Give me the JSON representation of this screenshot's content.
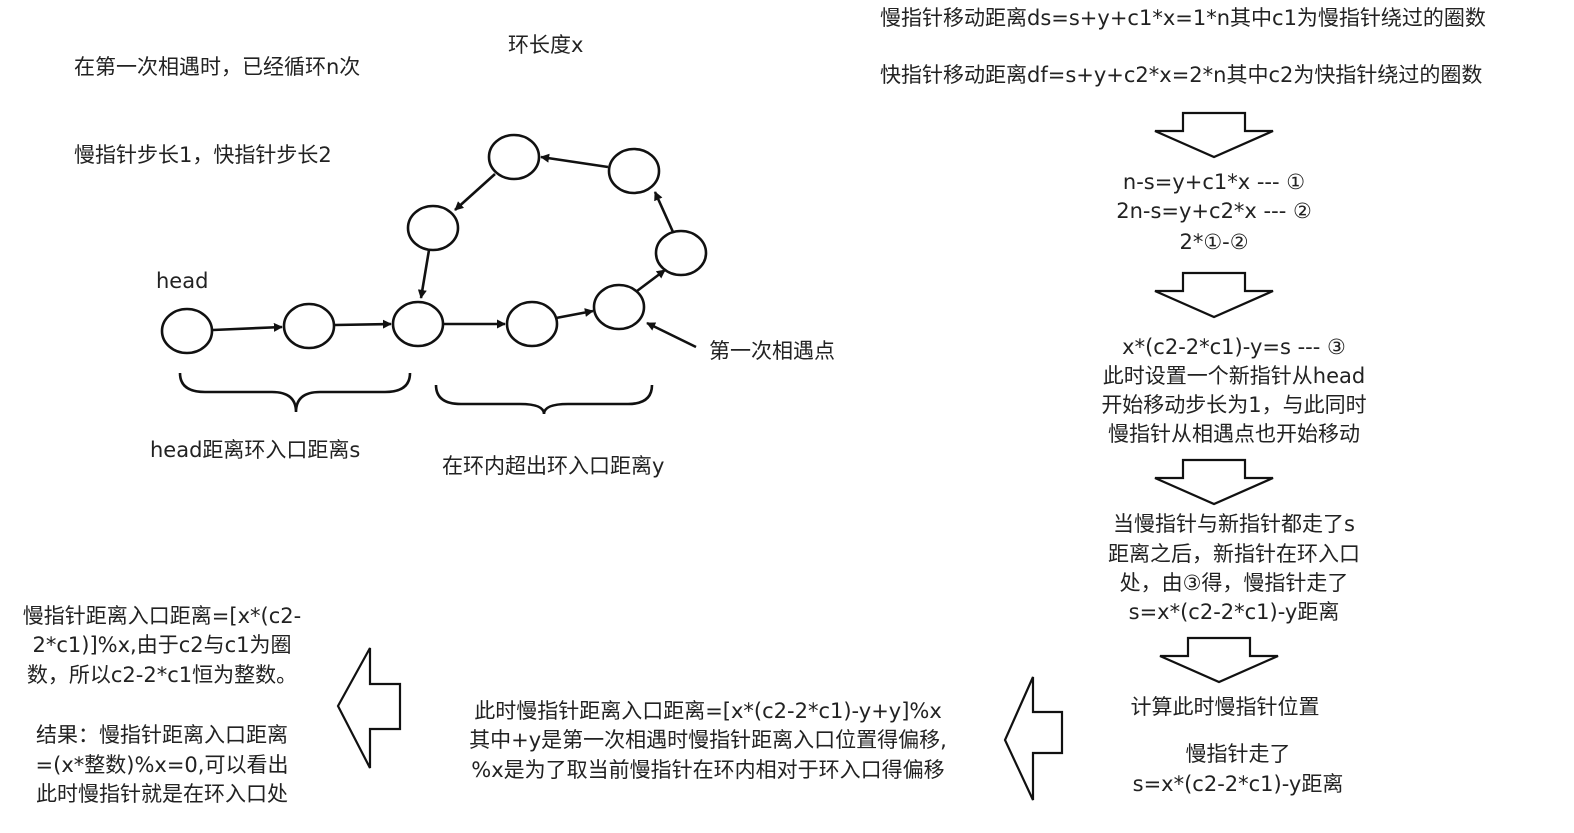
{
  "left_notes": {
    "loop_count": "在第一次相遇时，已经循环n次",
    "step_lengths": "慢指针步长1，快指针步长2",
    "cycle_length": "环长度x",
    "head_label": "head",
    "meet_point_label": "第一次相遇点",
    "brace_s_label": "head距离环入口距离s",
    "brace_y_label": "在环内超出环入口距离y"
  },
  "right_flow": {
    "slow_distance": "慢指针移动距离ds=s+y+c1*x=1*n其中c1为慢指针绕过的圈数",
    "fast_distance": "快指针移动距离df=s+y+c2*x=2*n其中c2为快指针绕过的圈数",
    "eq1": "n-s=y+c1*x    --- ①",
    "eq2": "2n-s=y+c2*x  --- ②",
    "eq3": "2*①-②",
    "eq4": "x*(c2-2*c1)-y=s  --- ③",
    "new_ptr_1": "此时设置一个新指针从head",
    "new_ptr_2": "开始移动步长为1，与此同时",
    "new_ptr_3": "慢指针从相遇点也开始移动",
    "both_1": "当慢指针与新指针都走了s",
    "both_2": "距离之后，新指针在环入口",
    "both_3": "处，由③得，慢指针走了",
    "both_4": "s=x*(c2-2*c1)-y距离",
    "calc": "计算此时慢指针位置",
    "walked_1": "慢指针走了",
    "walked_2": "s=x*(c2-2*c1)-y距离"
  },
  "bottom_middle": {
    "line1": "此时慢指针距离入口距离=[x*(c2-2*c1)-y+y]%x",
    "line2": "其中+y是第一次相遇时慢指针距离入口位置得偏移,",
    "line3": "%x是为了取当前慢指针在环内相对于环入口得偏移"
  },
  "bottom_left": {
    "line1": "慢指针距离入口距离=[x*(c2-",
    "line2": "2*c1)]%x,由于c2与c1为圈",
    "line3": "数，所以c2-2*c1恒为整数。",
    "line4": "结果：慢指针距离入口距离",
    "line5": "=(x*整数)%x=0,可以看出",
    "line6": "此时慢指针就是在环入口处"
  }
}
